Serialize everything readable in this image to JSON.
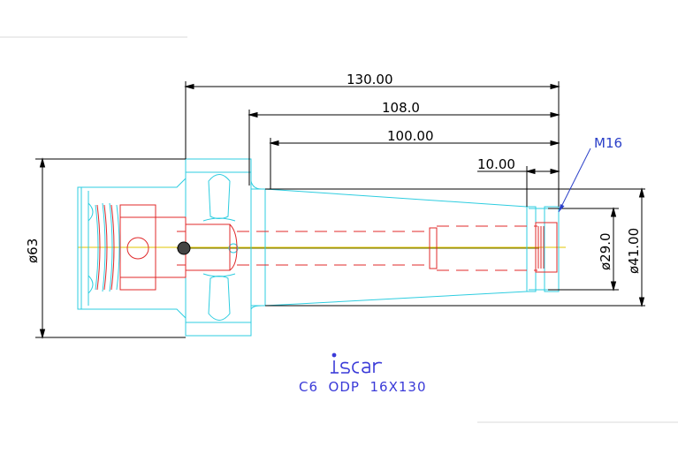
{
  "drawing": {
    "dimensions": {
      "overall_length": "130.00",
      "taper_length": "108.0",
      "body_length": "100.00",
      "nose_length": "10.00",
      "flange_diameter": "ø63",
      "bore_diameter": "ø29.0",
      "nose_diameter": "ø41.00"
    },
    "thread_callout": "M16",
    "logo": "iscar",
    "caption": "C6  ODP  16X130"
  },
  "colors": {
    "outline": "#2ecde0",
    "hidden": "#e0282a",
    "dimension": "#000000",
    "centerline": "#f0d000",
    "callout": "#2a3fc8"
  }
}
